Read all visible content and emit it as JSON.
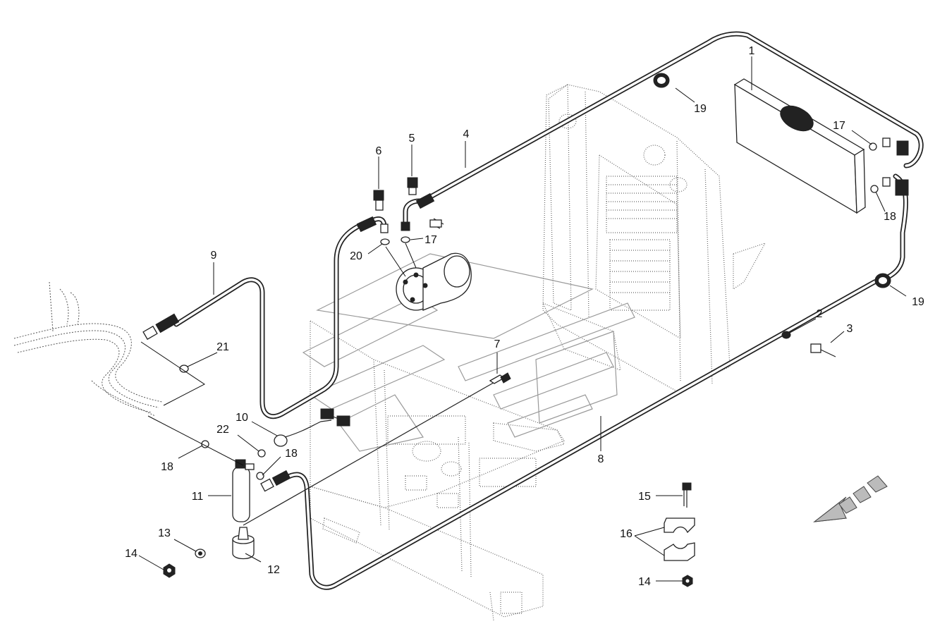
{
  "labels": {
    "p1": "1",
    "p2": "2",
    "p3": "3",
    "p4": "4",
    "p5": "5",
    "p6": "6",
    "p7": "7",
    "p8": "8",
    "p9": "9",
    "p10": "10",
    "p11": "11",
    "p12": "12",
    "p13_a": "13",
    "p14_a": "14",
    "p14_b": "14",
    "p15": "15",
    "p16": "16",
    "p17_a": "17",
    "p17_b": "17",
    "p18_a": "18",
    "p18_b": "18",
    "p18_c": "18",
    "p19_a": "19",
    "p19_b": "19",
    "p20": "20",
    "p21": "21",
    "p22": "22"
  },
  "icons": {
    "direction_arrow": "front-direction-arrow-icon"
  },
  "colors": {
    "line": "#222222",
    "frame": "#666666",
    "watermark": "#999999"
  }
}
